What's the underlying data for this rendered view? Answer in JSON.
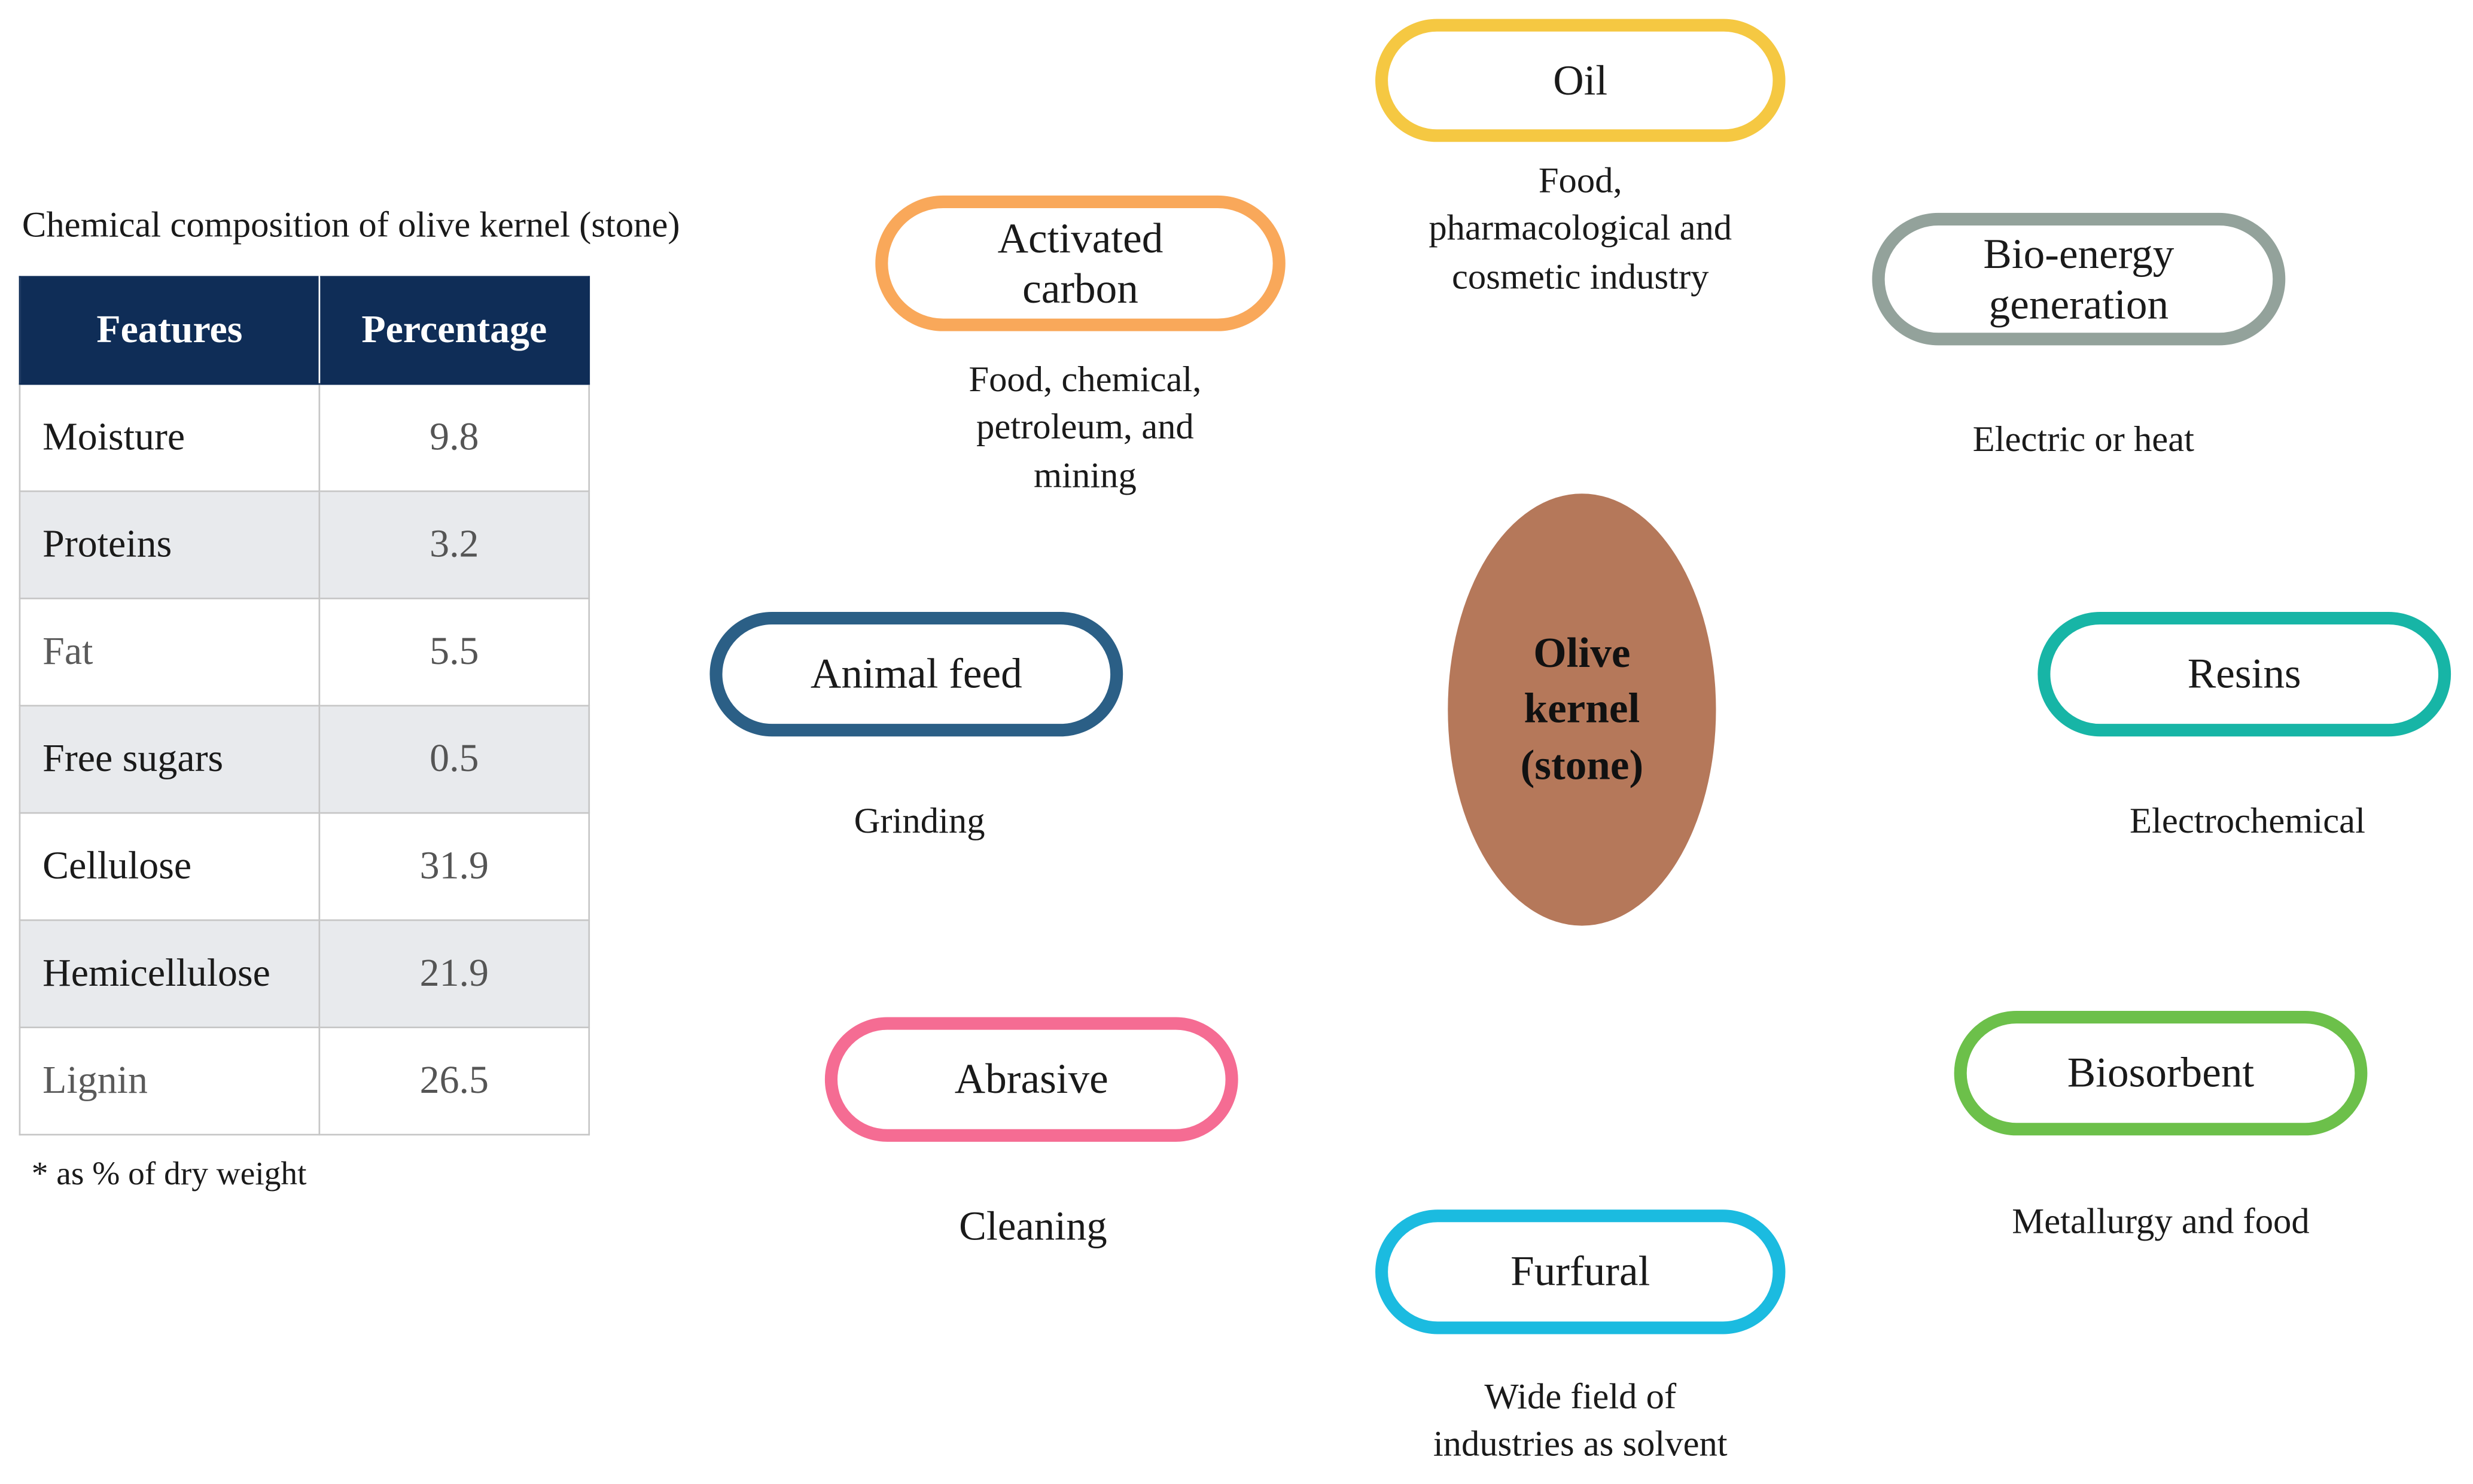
{
  "table": {
    "caption": "Chemical composition of olive kernel (stone)",
    "headers": [
      "Features",
      "Percentage"
    ],
    "rows": [
      {
        "feature": "Moisture",
        "percentage": "9.8"
      },
      {
        "feature": "Proteins",
        "percentage": "3.2"
      },
      {
        "feature": "Fat",
        "percentage": "5.5"
      },
      {
        "feature": "Free sugars",
        "percentage": "0.5"
      },
      {
        "feature": "Cellulose",
        "percentage": "31.9"
      },
      {
        "feature": "Hemicellulose",
        "percentage": "21.9"
      },
      {
        "feature": "Lignin",
        "percentage": "26.5"
      }
    ],
    "footnote": "* as % of dry weight"
  },
  "center": {
    "label": "Olive\nkernel\n(stone)",
    "color": "#b5785a"
  },
  "products": {
    "oil": {
      "label": "Oil",
      "description": "Food,\npharmacological and\ncosmetic industry",
      "color": "#f5c842"
    },
    "activated_carbon": {
      "label": "Activated\ncarbon",
      "description": "Food, chemical,\npetroleum, and\nmining",
      "color": "#f9a85a"
    },
    "bio_energy": {
      "label": "Bio-energy\ngeneration",
      "description": "Electric or heat",
      "color": "#93a29b"
    },
    "animal_feed": {
      "label": "Animal feed",
      "description": "Grinding",
      "color": "#2b5f86"
    },
    "resins": {
      "label": "Resins",
      "description": "Electrochemical",
      "color": "#17b5a6"
    },
    "abrasive": {
      "label": "Abrasive",
      "description": "Cleaning",
      "color": "#f56c93"
    },
    "biosorbent": {
      "label": "Biosorbent",
      "description": "Metallurgy and food",
      "color": "#6cc04a"
    },
    "furfural": {
      "label": "Furfural",
      "description": "Wide field of\nindustries as solvent",
      "color": "#1bbbe0"
    }
  }
}
